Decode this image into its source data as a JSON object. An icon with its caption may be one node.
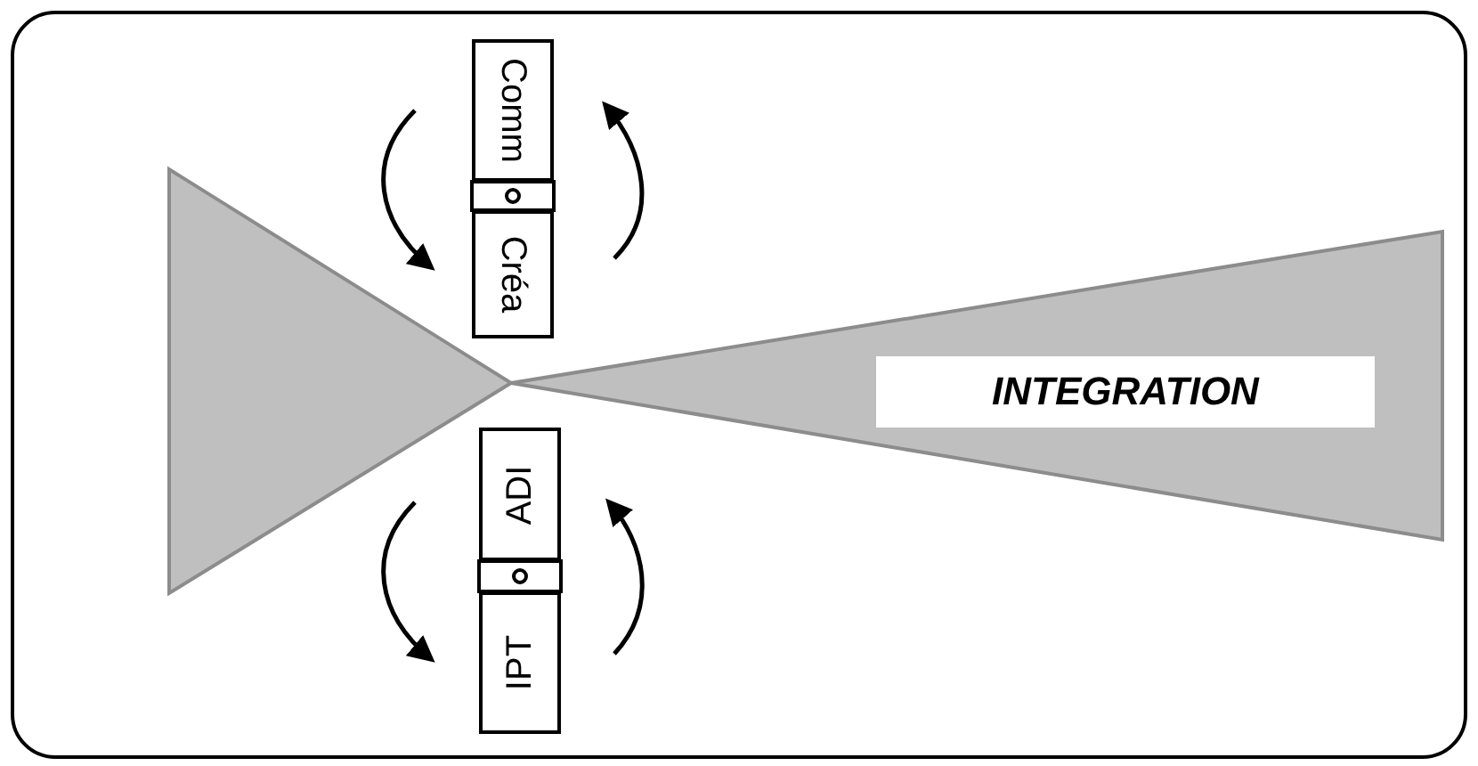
{
  "diagram": {
    "nodes": [
      {
        "text": [
          "Comm"
        ]
      },
      {
        "text": [
          "Créa"
        ]
      },
      {
        "text": [
          "ADI"
        ]
      },
      {
        "text": [
          "IPT"
        ]
      },
      {
        "text": [
          "INTEGRATION"
        ]
      }
    ]
  }
}
